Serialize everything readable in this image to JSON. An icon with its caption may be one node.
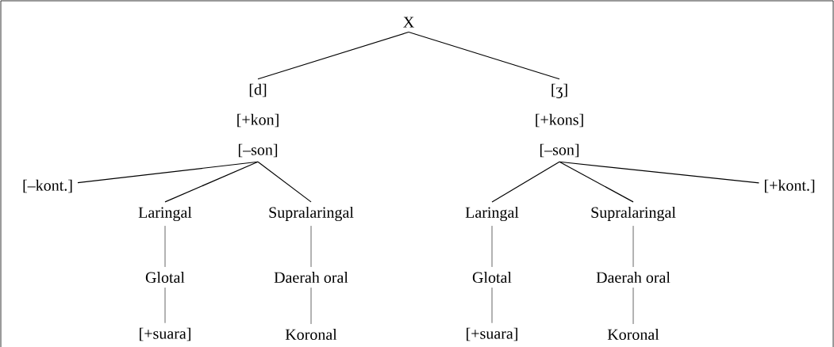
{
  "diagram": {
    "nodes": [
      {
        "text": [
          "X"
        ]
      },
      {
        "text": [
          "[d]",
          "[+kon]",
          "[–son]"
        ]
      },
      {
        "text": [
          "[ʒ]",
          "[+kons]",
          "[–son]"
        ]
      },
      {
        "text": [
          "[–kont.]"
        ]
      },
      {
        "text": [
          "Laringal"
        ]
      },
      {
        "text": [
          "Supralaringal"
        ]
      },
      {
        "text": [
          "Laringal"
        ]
      },
      {
        "text": [
          "Supralaringal"
        ]
      },
      {
        "text": [
          "[+kont.]"
        ]
      },
      {
        "text": [
          "Glotal"
        ]
      },
      {
        "text": [
          "Daerah oral"
        ]
      },
      {
        "text": [
          "Glotal"
        ]
      },
      {
        "text": [
          "Daerah oral"
        ]
      },
      {
        "text": [
          "[+suara]"
        ]
      },
      {
        "text": [
          "Koronal"
        ]
      },
      {
        "text": [
          "[+suara]"
        ]
      },
      {
        "text": [
          "Koronal"
        ]
      }
    ],
    "edges": [
      {
        "from": 0,
        "to": 1,
        "arrow": "none"
      },
      {
        "from": 0,
        "to": 2,
        "arrow": "none"
      },
      {
        "from": 1,
        "to": 3,
        "arrow": "none"
      },
      {
        "from": 1,
        "to": 4,
        "arrow": "none"
      },
      {
        "from": 1,
        "to": 5,
        "arrow": "none"
      },
      {
        "from": 2,
        "to": 6,
        "arrow": "none"
      },
      {
        "from": 2,
        "to": 7,
        "arrow": "none"
      },
      {
        "from": 2,
        "to": 8,
        "arrow": "none"
      },
      {
        "from": 4,
        "to": 9,
        "arrow": "none"
      },
      {
        "from": 9,
        "to": 13,
        "arrow": "none"
      },
      {
        "from": 5,
        "to": 10,
        "arrow": "none"
      },
      {
        "from": 10,
        "to": 14,
        "arrow": "none"
      },
      {
        "from": 6,
        "to": 11,
        "arrow": "none"
      },
      {
        "from": 11,
        "to": 15,
        "arrow": "none"
      },
      {
        "from": 7,
        "to": 12,
        "arrow": "none"
      },
      {
        "from": 12,
        "to": 16,
        "arrow": "none"
      }
    ]
  }
}
